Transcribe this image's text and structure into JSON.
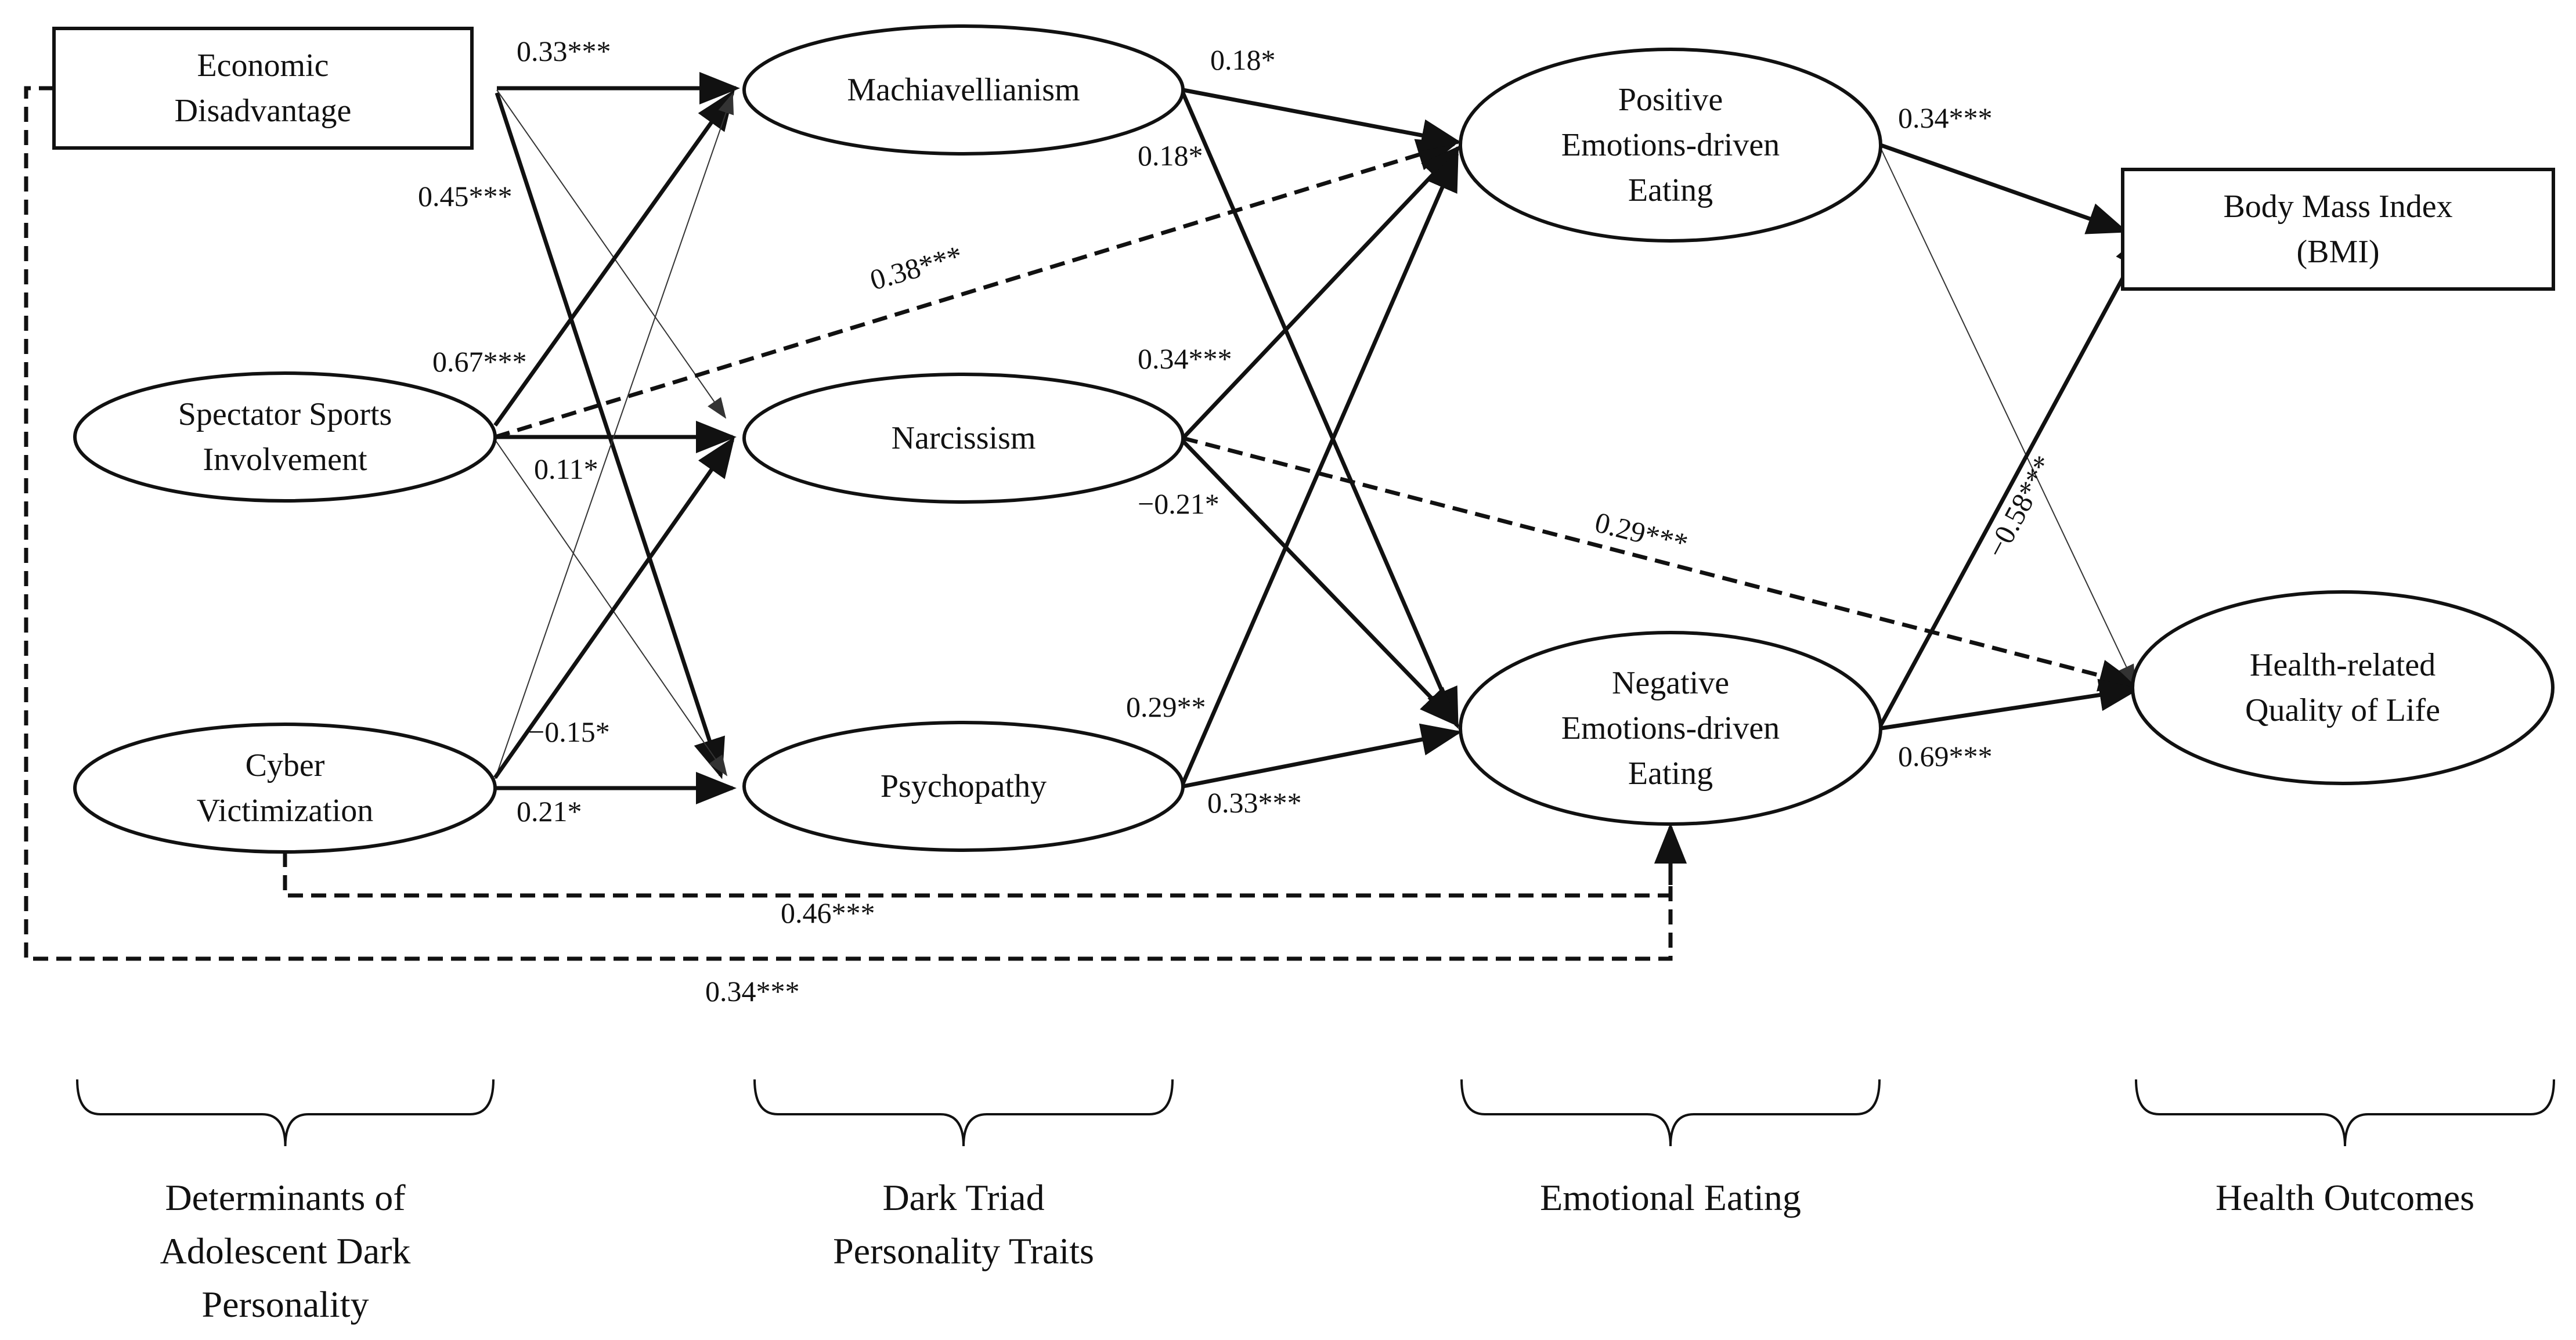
{
  "nodes": {
    "econ": {
      "lines": [
        "Economic",
        "Disadvantage"
      ],
      "shape": "rect"
    },
    "spect": {
      "lines": [
        "Spectator Sports",
        "Involvement"
      ],
      "shape": "ellipse"
    },
    "cyber": {
      "lines": [
        "Cyber",
        "Victimization"
      ],
      "shape": "ellipse"
    },
    "mach": {
      "lines": [
        "Machiavellianism"
      ],
      "shape": "ellipse"
    },
    "narc": {
      "lines": [
        "Narcissism"
      ],
      "shape": "ellipse"
    },
    "psych": {
      "lines": [
        "Psychopathy"
      ],
      "shape": "ellipse"
    },
    "pos": {
      "lines": [
        "Positive",
        "Emotions-driven",
        "Eating"
      ],
      "shape": "ellipse"
    },
    "neg": {
      "lines": [
        "Negative",
        "Emotions-driven",
        "Eating"
      ],
      "shape": "ellipse"
    },
    "bmi": {
      "lines": [
        "Body Mass Index",
        "(BMI)"
      ],
      "shape": "rect"
    },
    "hrqol": {
      "lines": [
        "Health-related",
        "Quality of Life"
      ],
      "shape": "ellipse"
    }
  },
  "paths": [
    {
      "from": "econ",
      "to": "mach",
      "coef": "0.33***",
      "style": "strong"
    },
    {
      "from": "econ",
      "to": "psych",
      "coef": "0.45***",
      "style": "strong"
    },
    {
      "from": "econ",
      "to": "narc",
      "coef": "",
      "style": "weak"
    },
    {
      "from": "spect",
      "to": "mach",
      "coef": "0.67***",
      "style": "strong"
    },
    {
      "from": "spect",
      "to": "narc",
      "coef": "",
      "style": "strong"
    },
    {
      "from": "spect",
      "to": "psych",
      "coef": "",
      "style": "weak"
    },
    {
      "from": "spect",
      "to": "pos",
      "coef": "0.38***",
      "style": "dashed"
    },
    {
      "from": "cyber",
      "to": "mach",
      "coef": "0.11*",
      "style": "weak"
    },
    {
      "from": "cyber",
      "to": "narc",
      "coef": "−0.15*",
      "style": "strong"
    },
    {
      "from": "cyber",
      "to": "psych",
      "coef": "0.21*",
      "style": "strong"
    },
    {
      "from": "mach",
      "to": "pos",
      "coef": "0.18*",
      "style": "strong"
    },
    {
      "from": "mach",
      "to": "neg",
      "coef": "0.18*",
      "style": "strong"
    },
    {
      "from": "narc",
      "to": "pos",
      "coef": "0.34***",
      "style": "strong"
    },
    {
      "from": "narc",
      "to": "neg",
      "coef": "−0.21*",
      "style": "strong"
    },
    {
      "from": "narc",
      "to": "hrqol",
      "coef": "0.29***",
      "style": "dashed"
    },
    {
      "from": "psych",
      "to": "pos",
      "coef": "0.29**",
      "style": "strong"
    },
    {
      "from": "psych",
      "to": "neg",
      "coef": "0.33***",
      "style": "strong"
    },
    {
      "from": "pos",
      "to": "bmi",
      "coef": "0.34***",
      "style": "strong"
    },
    {
      "from": "pos",
      "to": "hrqol",
      "coef": "",
      "style": "weak"
    },
    {
      "from": "neg",
      "to": "bmi",
      "coef": "−0.58***",
      "style": "strong"
    },
    {
      "from": "neg",
      "to": "hrqol",
      "coef": "0.69***",
      "style": "strong"
    },
    {
      "from": "cyber",
      "to": "neg",
      "coef": "0.46***",
      "style": "dashed"
    },
    {
      "from": "econ",
      "to": "neg",
      "coef": "0.34***",
      "style": "dashed"
    }
  ],
  "groups": [
    {
      "lines": [
        "Determinants of",
        "Adolescent Dark",
        "Personality"
      ]
    },
    {
      "lines": [
        "Dark Triad",
        "Personality Traits"
      ]
    },
    {
      "lines": [
        "Emotional Eating"
      ]
    },
    {
      "lines": [
        "Health Outcomes"
      ]
    }
  ]
}
